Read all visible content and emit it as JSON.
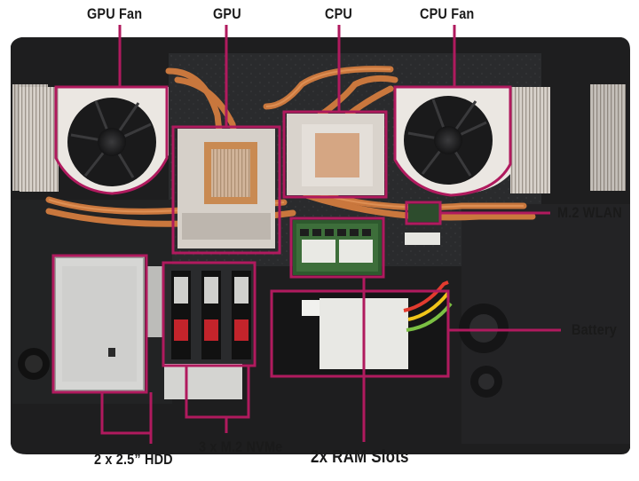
{
  "callouts": {
    "gpu_fan": "GPU Fan",
    "gpu": "GPU",
    "cpu": "CPU",
    "cpu_fan": "CPU Fan",
    "m2_wlan": "M.2 WLAN",
    "battery": "Battery",
    "hdd": "2 x 2.5” HDD",
    "nvme": "3 x M.2 NVMe",
    "ram": "2x RAM Slots"
  },
  "colors": {
    "callout_line": "#b01a5e",
    "chassis": "#1f1f20",
    "copper": "#c9773d",
    "heatsink": "#d9d4ce",
    "label_text": "#1a1a1a"
  }
}
